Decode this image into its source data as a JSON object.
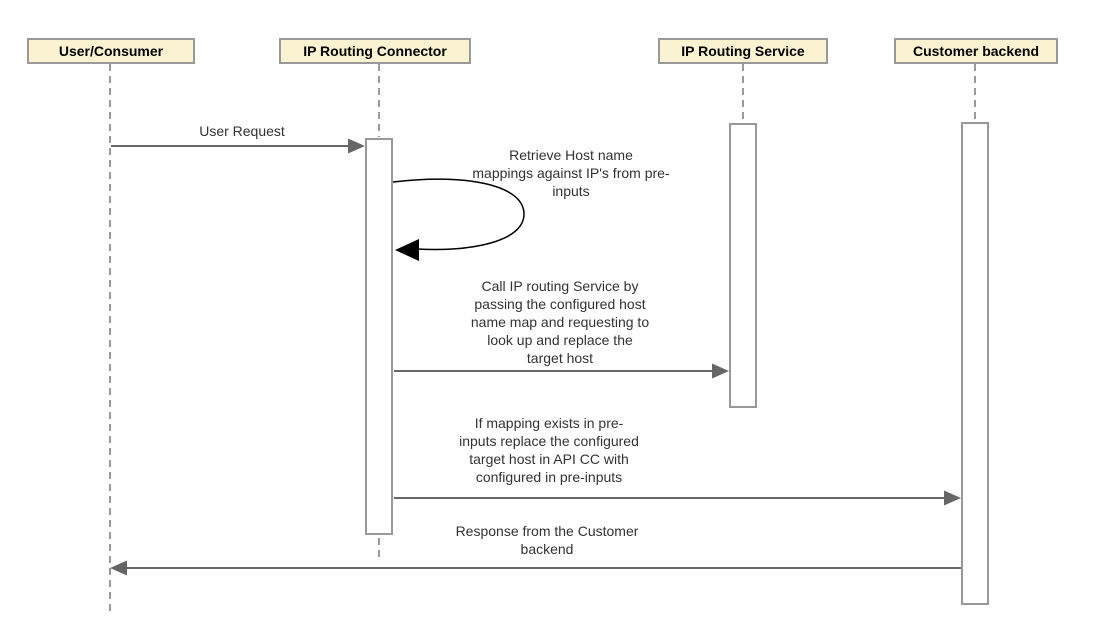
{
  "diagram": {
    "type": "uml-sequence-diagram",
    "colors": {
      "background": "#ffffff",
      "participant_fill": "#fbf2d1",
      "participant_border": "#999999",
      "lifeline": "#999999",
      "activation_fill": "#ffffff",
      "activation_border": "#999999",
      "message_line": "#666666",
      "self_message_line": "#000000",
      "label_text": "#333333",
      "participant_text": "#000000"
    },
    "participants": [
      {
        "id": "user",
        "label": "User/Consumer"
      },
      {
        "id": "connector",
        "label": "IP Routing Connector"
      },
      {
        "id": "service",
        "label": "IP Routing Service"
      },
      {
        "id": "backend",
        "label": "Customer backend"
      }
    ],
    "messages": [
      {
        "id": "user-request",
        "from": "User/Consumer",
        "to": "IP Routing Connector",
        "text": "User Request",
        "lines": [
          "User Request"
        ]
      },
      {
        "id": "retrieve-mappings",
        "from": "IP Routing Connector",
        "to": "IP Routing Connector",
        "self_message": true,
        "text": "Retrieve Host name mappings against IP's from pre-inputs",
        "lines": [
          "Retrieve Host name",
          "mappings against IP's from pre-",
          "inputs"
        ]
      },
      {
        "id": "call-routing-service",
        "from": "IP Routing Connector",
        "to": "IP Routing Service",
        "text": "Call IP routing Service by passing the configured host name map and requesting to look up and replace the target host",
        "lines": [
          "Call IP routing Service by",
          "passing the configured host",
          "name map and requesting to",
          "look up and replace the",
          "target host"
        ]
      },
      {
        "id": "replace-target-host",
        "from": "IP Routing Connector",
        "to": "Customer backend",
        "text": "If mapping exists in pre-inputs replace the configured target host in API CC with configured in pre-inputs",
        "lines": [
          "If mapping exists in pre-",
          "inputs replace the configured",
          "target host in API CC with",
          "configured in pre-inputs"
        ]
      },
      {
        "id": "backend-response",
        "from": "Customer backend",
        "to": "User/Consumer",
        "text": "Response from the Customer backend",
        "lines": [
          "Response from the Customer",
          "backend"
        ]
      }
    ]
  }
}
